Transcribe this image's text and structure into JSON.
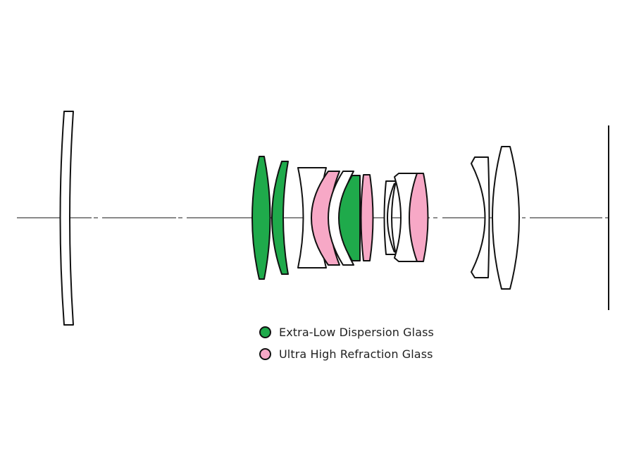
{
  "diagram": {
    "type": "lens-construction-diagram",
    "colors": {
      "ed_glass": "#1faa4b",
      "uhr_glass": "#f7a8c6",
      "plain_glass": "#ffffff",
      "outline": "#111111",
      "axis": "#444444"
    },
    "elements": [
      {
        "id": 1,
        "group": "front",
        "glass": "plain",
        "shape": "meniscus"
      },
      {
        "id": 2,
        "group": "middle",
        "glass": "ed",
        "shape": "biconvex"
      },
      {
        "id": 3,
        "group": "middle",
        "glass": "ed",
        "shape": "meniscus"
      },
      {
        "id": 4,
        "group": "middle",
        "glass": "plain",
        "shape": "biconcave"
      },
      {
        "id": 5,
        "group": "middle",
        "glass": "uhr",
        "shape": "meniscus"
      },
      {
        "id": 6,
        "group": "middle",
        "glass": "plain",
        "shape": "meniscus"
      },
      {
        "id": 7,
        "group": "middle",
        "glass": "ed",
        "shape": "plano-convex"
      },
      {
        "id": 8,
        "group": "middle",
        "glass": "uhr",
        "shape": "biconvex"
      },
      {
        "id": 9,
        "group": "rear-middle",
        "glass": "plain",
        "shape": "meniscus"
      },
      {
        "id": 10,
        "group": "rear-middle",
        "glass": "plain",
        "shape": "biconcave"
      },
      {
        "id": 11,
        "group": "rear-middle",
        "glass": "uhr",
        "shape": "biconvex"
      },
      {
        "id": 12,
        "group": "rear",
        "glass": "plain",
        "shape": "concave"
      },
      {
        "id": 13,
        "group": "rear",
        "glass": "plain",
        "shape": "biconvex"
      }
    ],
    "legend": [
      {
        "label": "Extra-Low Dispersion Glass",
        "glass": "ed"
      },
      {
        "label": "Ultra High Refraction Glass",
        "glass": "uhr"
      }
    ]
  }
}
